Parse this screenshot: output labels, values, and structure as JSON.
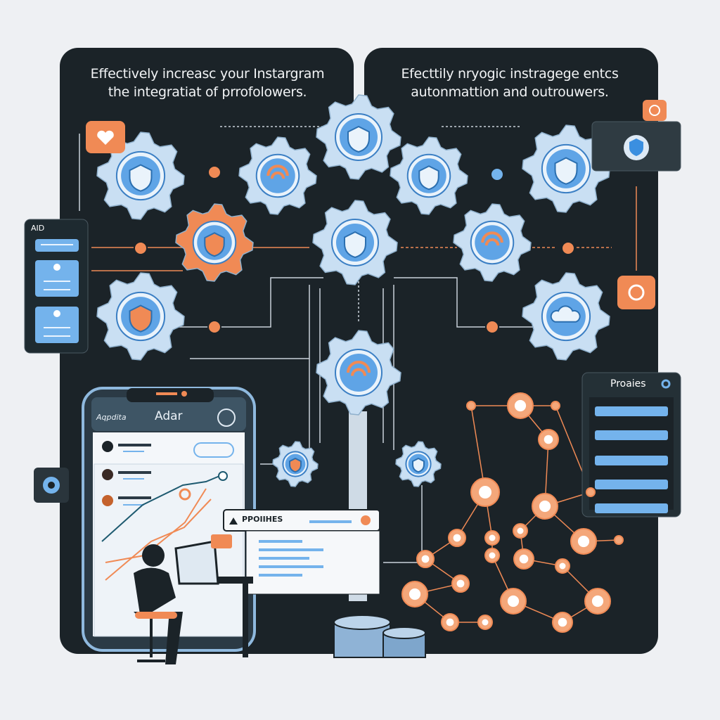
{
  "left_panel": {
    "title_line1": "Effectively increasc your Instargram",
    "title_line2": "the  integratiat of prrofolowers."
  },
  "right_panel": {
    "title_line1": "Efecttily nryogic instragege entcs",
    "title_line2": "autonmattion and outrouwers."
  },
  "side_panel": {
    "label": "AID"
  },
  "profiles_panel": {
    "label": "Proaies"
  },
  "phone": {
    "app_name": "Aqpdita",
    "title": "Adar"
  },
  "browser_window": {
    "label": "PPOIIHES"
  },
  "gears": [
    {
      "icon": "shield",
      "accent": "blue"
    },
    {
      "icon": "wifi",
      "accent": "orange"
    },
    {
      "icon": "shield",
      "accent": "blue"
    },
    {
      "icon": "shield",
      "accent": "blue"
    },
    {
      "icon": "shield",
      "accent": "blue"
    },
    {
      "icon": "shield",
      "accent": "orange-gear"
    },
    {
      "icon": "shield-dot",
      "accent": "blue"
    },
    {
      "icon": "wifi",
      "accent": "orange"
    },
    {
      "icon": "shield",
      "accent": "orange"
    },
    {
      "icon": "cloud",
      "accent": "blue"
    },
    {
      "icon": "wifi",
      "accent": "orange"
    },
    {
      "icon": "shield",
      "accent": "orange"
    },
    {
      "icon": "shield",
      "accent": "blue"
    }
  ],
  "colors": {
    "background": "#eef0f3",
    "panel": "#1b2328",
    "gear": "#c9dff3",
    "gear_inner": "#5fa4e6",
    "orange": "#f08a55",
    "blue": "#74b3ec"
  }
}
